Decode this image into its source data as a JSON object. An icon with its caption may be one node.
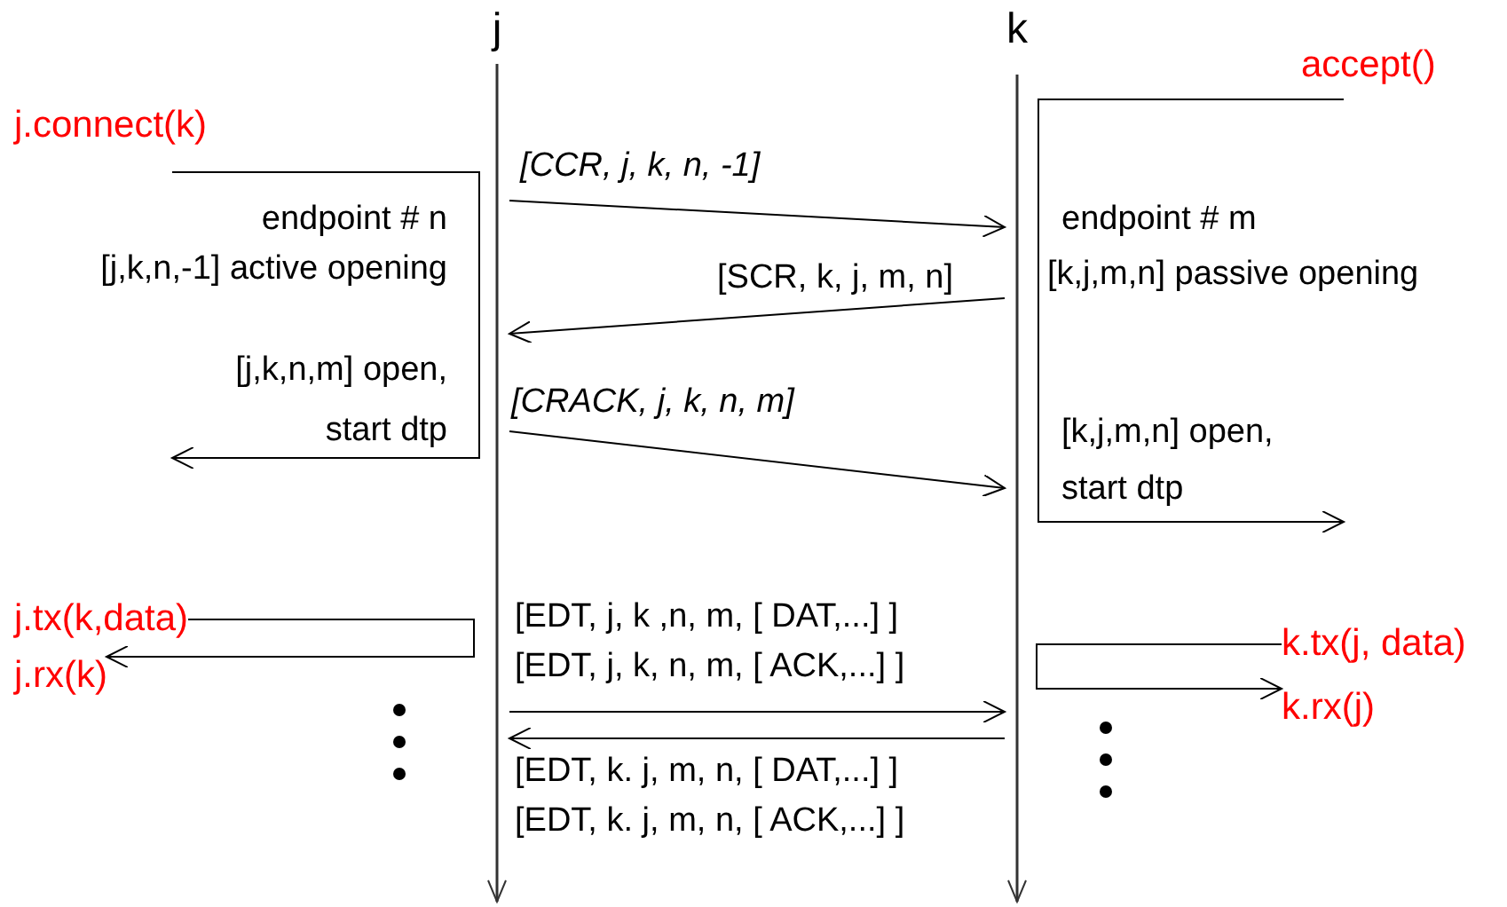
{
  "diagram": {
    "nodes": [
      {
        "text": [
          "j"
        ]
      },
      {
        "text": [
          "k"
        ]
      },
      {
        "text": [
          "j.connect(k)"
        ]
      },
      {
        "text": [
          "accept()"
        ]
      },
      {
        "text": [
          "j.tx(k,data)"
        ]
      },
      {
        "text": [
          "j.rx(k)"
        ]
      },
      {
        "text": [
          "k.tx(j, data)"
        ]
      },
      {
        "text": [
          "k.rx(j)"
        ]
      }
    ],
    "edges": [
      {
        "from": 0,
        "to": 1,
        "arrow": "to",
        "label": "[CCR, j, k, n, -1]"
      },
      {
        "from": 1,
        "to": 0,
        "arrow": "to",
        "label": "[SCR, k, j, m, n]"
      },
      {
        "from": 0,
        "to": 1,
        "arrow": "to",
        "label": "[CRACK, j, k, n, m]"
      },
      {
        "from": 0,
        "to": 1,
        "arrow": "to",
        "label": "[EDT, j, k ,n, m, [ DAT,...] ] [EDT, j, k, n, m, [ ACK,...] ]"
      },
      {
        "from": 1,
        "to": 0,
        "arrow": "to",
        "label": "[EDT, k. j, m, n, [ DAT,...] ] [EDT, k. j, m, n, [ ACK,...] ]"
      },
      {
        "from": 2,
        "to": null,
        "arrow": "to"
      },
      {
        "from": 3,
        "to": null,
        "arrow": "to"
      },
      {
        "from": 4,
        "to": 5,
        "arrow": "to"
      },
      {
        "from": 6,
        "to": 7,
        "arrow": "to"
      }
    ],
    "labels": [
      "endpoint # n",
      "[j,k,n,-1] active opening",
      "[j,k,n,m] open, start dtp",
      "endpoint # m",
      "[k,j,m,n] passive opening",
      "[k,j,m,n] open, start dtp"
    ]
  }
}
